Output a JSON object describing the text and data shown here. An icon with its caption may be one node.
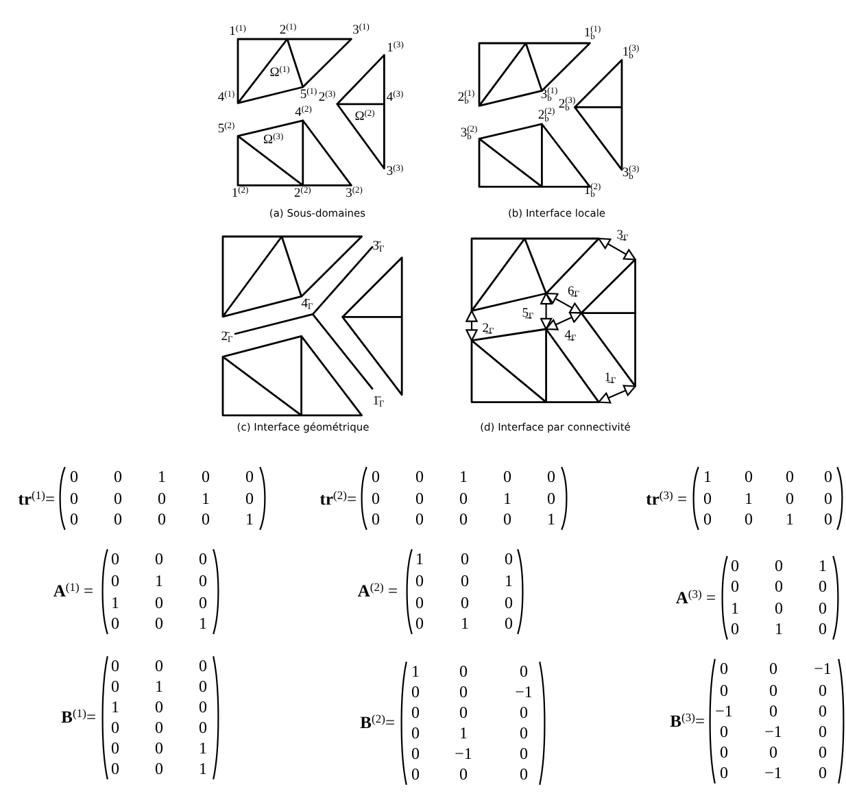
{
  "diagram": {
    "labels": [
      "1$^{(1)}$",
      "2$^{(1)}$",
      "3$^{(1)}$",
      "1$^{(3)}$",
      "Ω$^{(1)}$",
      "4$^{(1)}$",
      "5$^{(1)}$",
      "2$^{(3)}$",
      "4$^{(3)}$",
      "4$^{(2)}$",
      "Ω$^{(2)}$",
      "5$^{(2)}$",
      "Ω$^{(3)}$",
      "3$^{(3)}$",
      "1$^{(2)}$",
      "2$^{(2)}$",
      "3$^{(2)}$",
      "(a) Sous-domaines",
      "1$_{b}$$^{(1)}$",
      "1$_{b}$$^{(3)}$",
      "2$_{b}$$^{(1)}$",
      "3$_{b}$$^{(1)}$",
      "2$_{b}$$^{(3)}$",
      "2$_{b}$$^{(2)}$",
      "3$_{b}$$^{(2)}$",
      "3$_{b}$$^{(3)}$",
      "1$_{b}$$^{(2)}$",
      "(b) Interface locale",
      "3̄$_{Γ}$",
      "4̄$_{Γ}$",
      "2̄$_{Γ}$",
      "1̄$_{Γ}$",
      "(c) Interface géométrique",
      "3̲$_{Γ}$",
      "6̲$_{Γ}$",
      "5̲$_{Γ}$",
      "2̲$_{Γ}$",
      "4̲$_{Γ}$",
      "1̲$_{Γ}$",
      "(d) Interface par connectivité",
      "**tr**$^{(1)}$=",
      "0",
      "0",
      "1",
      "0",
      "0",
      "0",
      "0",
      "0",
      "1",
      "0",
      "0",
      "0",
      "0",
      "0",
      "1",
      "**tr**$^{(2)}$=",
      "0",
      "0",
      "1",
      "0",
      "0",
      "0",
      "0",
      "0",
      "1",
      "0",
      "0",
      "0",
      "0",
      "0",
      "1",
      "**tr**$^{(3)}$ =",
      "1",
      "0",
      "0",
      "0",
      "0",
      "1",
      "0",
      "0",
      "0",
      "0",
      "1",
      "0",
      "**A**$^{(1)}$ =",
      "0",
      "0",
      "0",
      "0",
      "1",
      "0",
      "1",
      "0",
      "0",
      "0",
      "0",
      "1",
      "**A**$^{(2)}$ =",
      "1",
      "0",
      "0",
      "0",
      "0",
      "1",
      "0",
      "0",
      "0",
      "0",
      "1",
      "0",
      "**A**$^{(3)}$ =",
      "0",
      "0",
      "1",
      "0",
      "0",
      "0",
      "1",
      "0",
      "0",
      "0",
      "1",
      "0",
      "**B**$^{(1)}$=",
      "0",
      "0",
      "0",
      "0",
      "1",
      "0",
      "1",
      "0",
      "0",
      "0",
      "0",
      "0",
      "0",
      "0",
      "1",
      "0",
      "0",
      "1",
      "**B**$^{(2)}$=",
      "1",
      "0",
      "0",
      "0",
      "0",
      "−1",
      "0",
      "0",
      "0",
      "0",
      "1",
      "0",
      "0",
      "−1",
      "0",
      "0",
      "0",
      "0",
      "**B**$^{(3)}$=",
      "0",
      "0",
      "−1",
      "0",
      "0",
      "0",
      "−1",
      "0",
      "0",
      "0",
      "−1",
      "0",
      "0",
      "0",
      "0",
      "0",
      "−1",
      "0"
    ]
  }
}
